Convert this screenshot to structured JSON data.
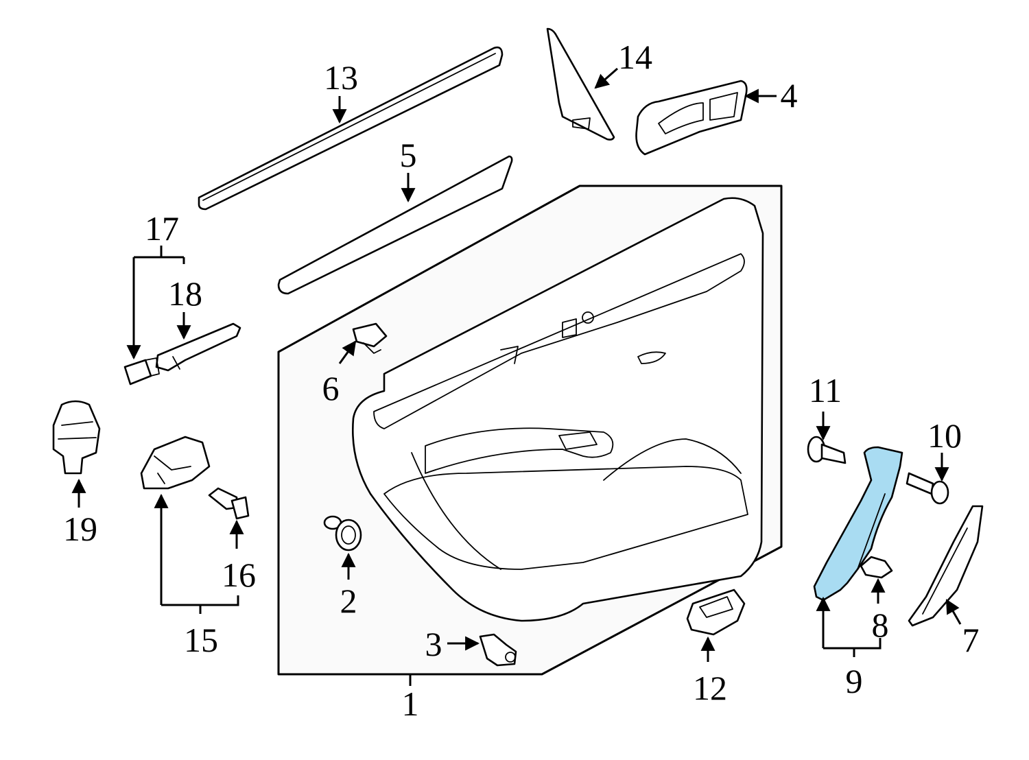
{
  "diagram": {
    "callouts": {
      "c1": "1",
      "c2": "2",
      "c3": "3",
      "c4": "4",
      "c5": "5",
      "c6": "6",
      "c7": "7",
      "c8": "8",
      "c9": "9",
      "c10": "10",
      "c11": "11",
      "c12": "12",
      "c13": "13",
      "c14": "14",
      "c15": "15",
      "c16": "16",
      "c17": "17",
      "c18": "18",
      "c19": "19"
    },
    "colors": {
      "highlight": "#a9dcf2",
      "line": "#000000",
      "panel_background": "#fafafa"
    }
  }
}
